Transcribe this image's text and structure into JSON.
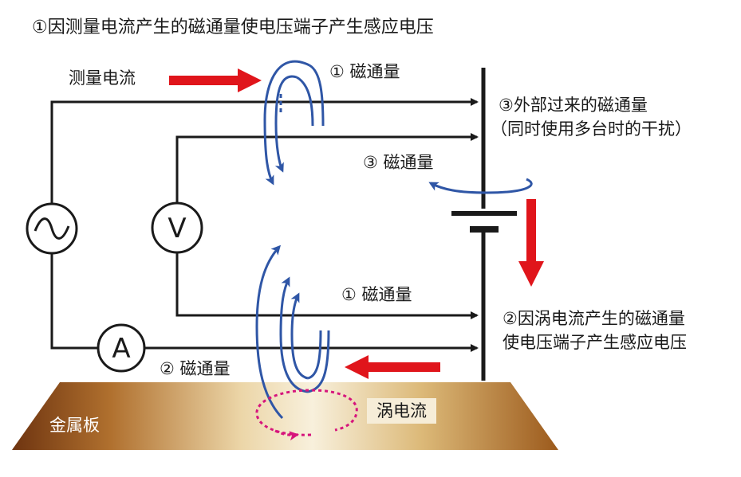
{
  "labels": {
    "title": "①因测量电流产生的磁通量使电压端子产生感应电压",
    "measure_current": "测量电流",
    "flux_1_top": "① 磁通量",
    "flux_3_title_line1": "③外部过来的磁通量",
    "flux_3_title_line2": "（同时使用多台时的干扰）",
    "flux_3": "③ 磁通量",
    "flux_1_bottom": "① 磁通量",
    "eddy_flux_line1": "②因涡电流产生的磁通量",
    "eddy_flux_line2": "使电压端子产生感应电压",
    "flux_2": "② 磁通量",
    "eddy_current": "涡电流",
    "metal_plate": "金属板",
    "ac_source_symbol": "~",
    "voltmeter_symbol": "V",
    "ammeter_symbol": "A"
  },
  "icons": {
    "ac_source": "ac-source-icon",
    "voltmeter": "voltmeter-icon",
    "ammeter": "ammeter-icon",
    "battery": "battery-icon"
  },
  "colors": {
    "wire": "#1a1a1a",
    "flux": "#2f56a6",
    "current_arrow": "#e0151b",
    "eddy": "#d6157c",
    "plate_dark": "#7a3a10",
    "plate_light": "#f6edd8"
  }
}
